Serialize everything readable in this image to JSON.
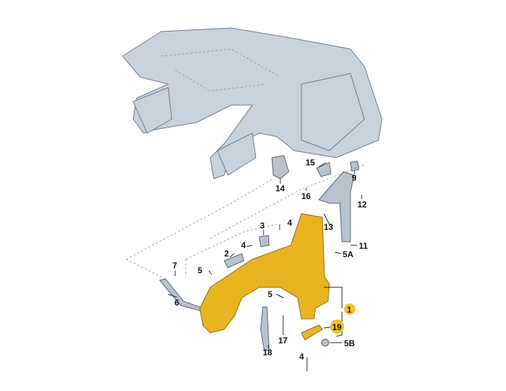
{
  "diagram": {
    "labels": {
      "l14": "14",
      "l15": "15",
      "l9": "9",
      "l16": "16",
      "l12": "12",
      "l13": "13",
      "l3": "3",
      "l4a": "4",
      "l4b": "4",
      "l2": "2",
      "l11": "11",
      "l5a": "5A",
      "l7": "7",
      "l5c": "5",
      "l6": "6",
      "l5d": "5",
      "l1": "1",
      "l19": "19",
      "l18": "18",
      "l17": "17",
      "l5b": "5B",
      "l4c": "4"
    },
    "colors": {
      "fender": "#e8b422",
      "highlight": "#f2c229",
      "body": "#c9d3de"
    }
  }
}
